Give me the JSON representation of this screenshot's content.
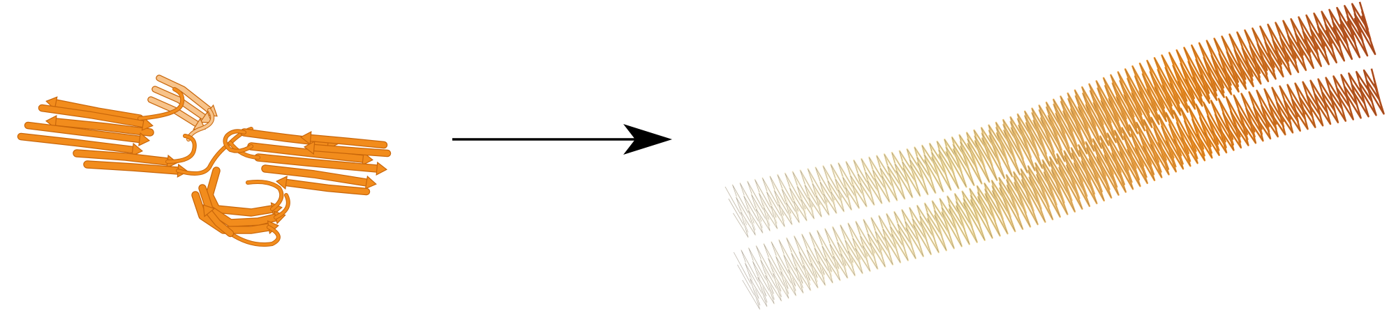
{
  "figure": {
    "left_panel": {
      "subject": "protein-monomer-ribbon",
      "colors": {
        "strand_main": "#F28C1C",
        "strand_dark": "#C8660A",
        "strand_light": "#F7C38A"
      }
    },
    "arrow": {
      "direction": "right",
      "color": "#000000"
    },
    "right_panel": {
      "subject": "fibril-assembly-ribbon",
      "colors": {
        "gradient_start": "#FFFFFF",
        "gradient_mid": "#F2DC9A",
        "gradient_orange": "#F28C1C",
        "gradient_end": "#B3471B",
        "outline": "#4A3A2A"
      }
    }
  }
}
